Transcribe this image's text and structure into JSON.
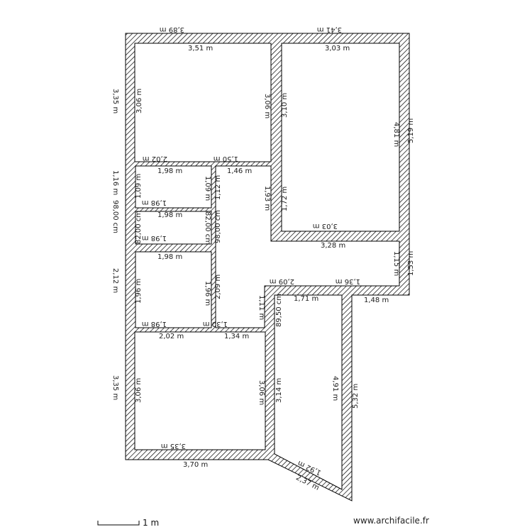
{
  "plan": {
    "outer_labels": {
      "top_left_ext": "3,89 m",
      "top_right_ext": "3,41 m",
      "left_top_ext": "3,35 m",
      "left_mid_ext": "1,16 m",
      "left_mid2_ext": "98,00 cm",
      "left_mid3_ext": "2,12 m",
      "left_bottom_ext": "3,35 m",
      "right_top_ext": "5,19 m",
      "right_mid_ext": "1,53 m",
      "bottom_ext": "3,70 m",
      "bottom_right_ext": "5,32 m",
      "slant_ext": "2,37 m"
    },
    "room1": {
      "top": "3,51 m",
      "left": "3,06 m",
      "right": "3,06 m",
      "bottom": "2,02 m"
    },
    "room2": {
      "top": "3,03 m",
      "left": "3,10 m",
      "right": "4,81 m",
      "bottom": "3,03 m"
    },
    "wc1": {
      "top": "1,98 m",
      "left": "1,09 m",
      "right": "1,09 m",
      "bottom": "1,98 m"
    },
    "wc2": {
      "top": "1,98 m",
      "left": "82,00 cm",
      "right": "82,00 cm",
      "bottom": "1,98 m"
    },
    "bath": {
      "top": "1,98 m",
      "left": "1,96 m",
      "right": "1,96 m",
      "bottom": "1,98 m"
    },
    "hall": {
      "top_a": "1,50 m",
      "top_b": "1,46 m",
      "left_a": "1,12 m",
      "left_b": "98,00 cm",
      "left_c": "2,09 m",
      "right": "1,93 m",
      "bottom_a": "3,28 m",
      "step_right": "1,15 m",
      "step_top_a": "2,09 m",
      "step_top_b": "1,36 m",
      "inner_left": "1,11 m",
      "bottom_b": "1,30 m",
      "bottom_c": "1,34 m",
      "room2_left_bottom": "1,72 m"
    },
    "room3": {
      "top": "2,02 m",
      "left": "3,06 m",
      "right": "3,06 m",
      "bottom": "3,35 m"
    },
    "room4": {
      "top": "1,71 m",
      "left": "3,14 m",
      "left_top": "89,50 cm",
      "right": "4,91 m",
      "slant": "1,92 m",
      "right_outer_top": "1,48 m"
    }
  },
  "footer": {
    "brand": "www.archifacile.fr",
    "scale": "1 m"
  }
}
